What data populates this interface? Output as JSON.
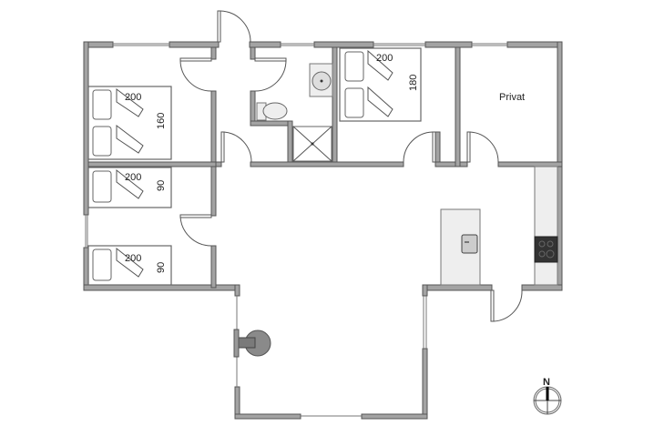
{
  "rooms": {
    "bedroom1": {
      "bed_length": "200",
      "bed_width": "160"
    },
    "bedroom2": {
      "bed_length": "200",
      "bed_width": "90"
    },
    "bedroom3": {
      "bed_length": "200",
      "bed_width": "90"
    },
    "bedroom4": {
      "bed_length": "200",
      "bed_width": "180"
    },
    "private_room": {
      "label": "Privat"
    }
  },
  "compass": {
    "label": "N"
  },
  "colors": {
    "wall": "#a3a3a3",
    "stove": "#333333",
    "fireplace": "#8a8a8a"
  }
}
